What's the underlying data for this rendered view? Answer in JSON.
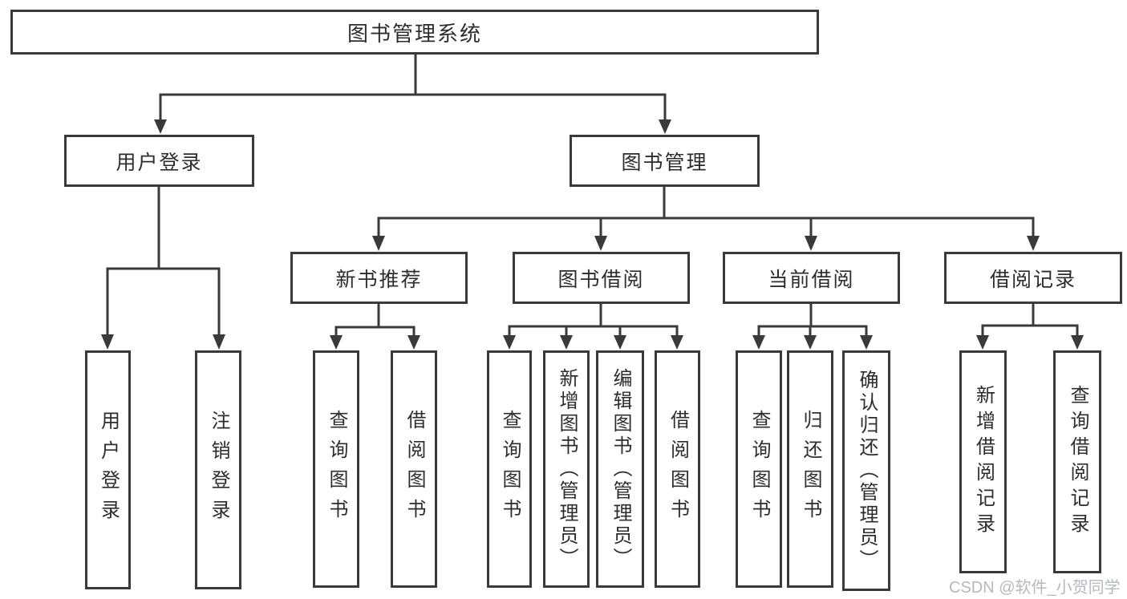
{
  "diagram": {
    "root": {
      "label": "图书管理系统"
    },
    "level2": [
      {
        "label": "用户登录"
      },
      {
        "label": "图书管理"
      }
    ],
    "level3": [
      {
        "label": "新书推荐"
      },
      {
        "label": "图书借阅"
      },
      {
        "label": "当前借阅"
      },
      {
        "label": "借阅记录"
      }
    ],
    "leaves": {
      "user_login": [
        "用户登录",
        "注销登录"
      ],
      "new_books": [
        "查询图书",
        "借阅图书"
      ],
      "book_borrow": [
        "查询图书",
        "新增图书（管理员）",
        "编辑图书（管理员）",
        "借阅图书"
      ],
      "current_borrow": [
        "查询图书",
        "归还图书",
        "确认归还（管理员）"
      ],
      "borrow_records": [
        "新增借阅记录",
        "查询借阅记录"
      ]
    },
    "colors": {
      "line": "#3a3a3a",
      "text": "#2d2d2d",
      "background": "#ffffff",
      "watermark": "#b5b9c2"
    },
    "watermark": "CSDN @软件_小贺同学"
  }
}
